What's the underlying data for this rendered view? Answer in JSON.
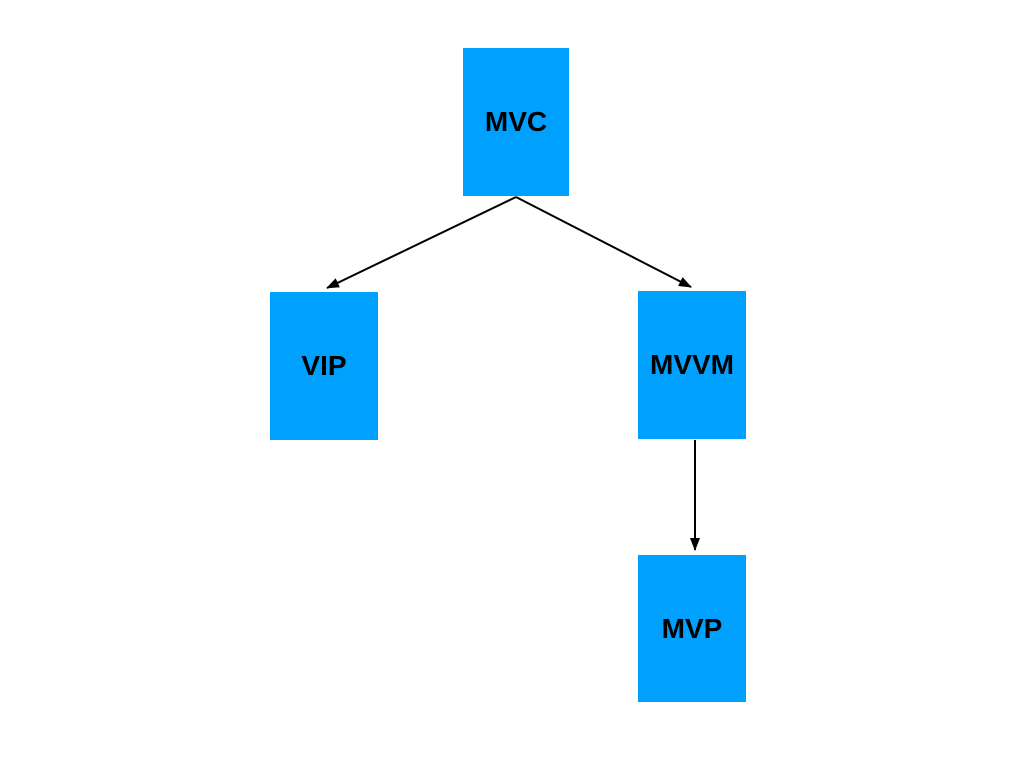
{
  "diagram": {
    "type": "tree",
    "nodes": [
      {
        "id": "mvc",
        "label": "MVC"
      },
      {
        "id": "vip",
        "label": "VIP"
      },
      {
        "id": "mvvm",
        "label": "MVVM"
      },
      {
        "id": "mvp",
        "label": "MVP"
      }
    ],
    "edges": [
      {
        "from": "MVC",
        "to": "VIP"
      },
      {
        "from": "MVC",
        "to": "MVVM"
      },
      {
        "from": "MVVM",
        "to": "MVP"
      }
    ],
    "colors": {
      "background": "#FFFFFF",
      "node_fill": "#00A0FF",
      "node_text": "#000000",
      "arrow": "#000000"
    }
  }
}
